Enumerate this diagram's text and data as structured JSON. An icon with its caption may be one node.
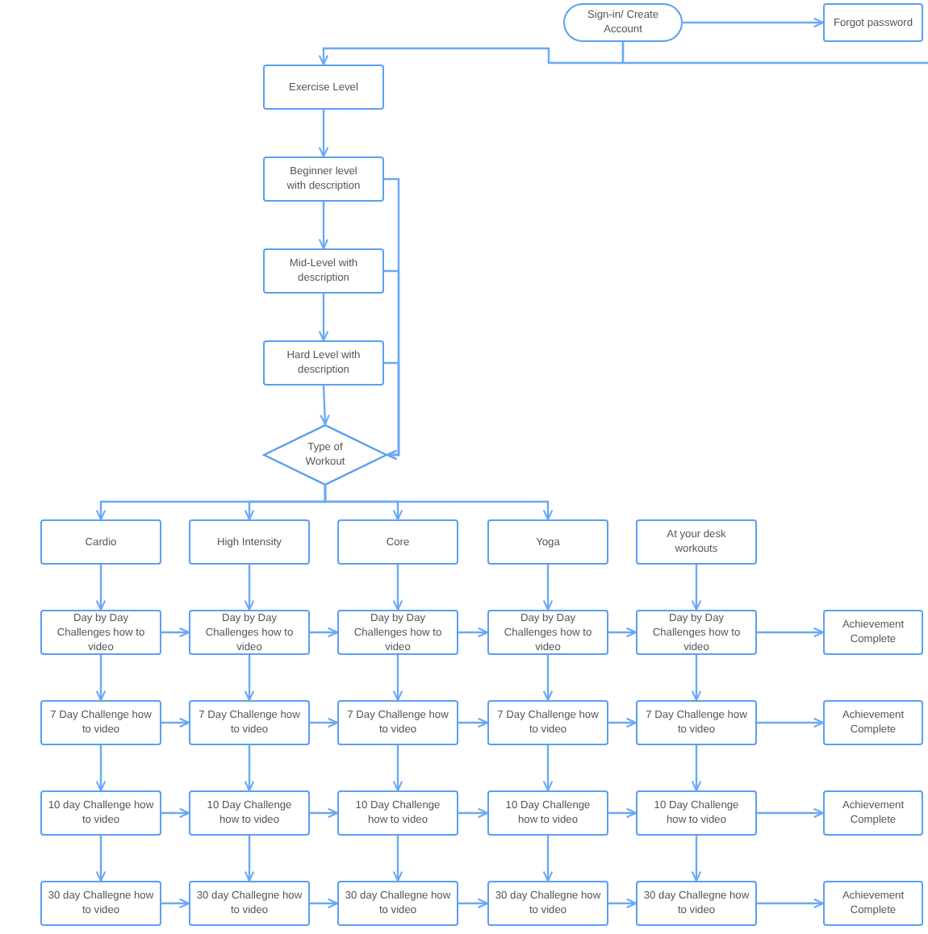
{
  "diagram": {
    "nodes": [
      {
        "text": [
          "Sign-in/ Create Account"
        ]
      },
      {
        "text": [
          "Forgot password"
        ]
      },
      {
        "text": [
          "Exercise Level"
        ]
      },
      {
        "text": [
          "Beginner level with description"
        ]
      },
      {
        "text": [
          "Mid-Level with description"
        ]
      },
      {
        "text": [
          "Hard Level with description"
        ]
      },
      {
        "text": [
          "Type of Workout"
        ]
      },
      {
        "text": [
          "Cardio"
        ]
      },
      {
        "text": [
          "High Intensity"
        ]
      },
      {
        "text": [
          "Core"
        ]
      },
      {
        "text": [
          "Yoga"
        ]
      },
      {
        "text": [
          "At your desk workouts"
        ]
      },
      {
        "text": [
          "Day by Day Challenges how to video"
        ]
      },
      {
        "text": [
          "Day by Day Challenges how to video"
        ]
      },
      {
        "text": [
          "Day by Day Challenges how to video"
        ]
      },
      {
        "text": [
          "Day by Day Challenges how to video"
        ]
      },
      {
        "text": [
          "Day by Day Challenges how to video"
        ]
      },
      {
        "text": [
          "Achievement Complete"
        ]
      },
      {
        "text": [
          "7 Day Challenge how to video"
        ]
      },
      {
        "text": [
          "7 Day Challenge how to video"
        ]
      },
      {
        "text": [
          "7 Day Challenge how to video"
        ]
      },
      {
        "text": [
          "7 Day Challenge how to video"
        ]
      },
      {
        "text": [
          "7 Day Challenge how to video"
        ]
      },
      {
        "text": [
          "Achievement Complete"
        ]
      },
      {
        "text": [
          "10 day Challenge how to video"
        ]
      },
      {
        "text": [
          "10 Day Challenge how to video"
        ]
      },
      {
        "text": [
          "10 Day Challenge how to video"
        ]
      },
      {
        "text": [
          "10 Day Challenge how to video"
        ]
      },
      {
        "text": [
          "10 Day Challenge how to video"
        ]
      },
      {
        "text": [
          "Achievement Complete"
        ]
      },
      {
        "text": [
          "30 day Challegne how to video"
        ]
      },
      {
        "text": [
          "30 day Challegne how to video"
        ]
      },
      {
        "text": [
          "30 day Challegne how to video"
        ]
      },
      {
        "text": [
          "30 day Challegne how to video"
        ]
      },
      {
        "text": [
          "30 day Challegne how to video"
        ]
      },
      {
        "text": [
          "Achievement Complete"
        ]
      }
    ],
    "edges": [
      {
        "from": 0,
        "to": 1,
        "arrow": "to"
      },
      {
        "from": 0,
        "to": 2,
        "arrow": "to"
      },
      {
        "from": 0,
        "to": null,
        "arrow": "none"
      },
      {
        "from": 2,
        "to": 3,
        "arrow": "to"
      },
      {
        "from": 3,
        "to": 4,
        "arrow": "to"
      },
      {
        "from": 4,
        "to": 5,
        "arrow": "to"
      },
      {
        "from": 5,
        "to": 6,
        "arrow": "to"
      },
      {
        "from": 3,
        "to": 6,
        "arrow": "to"
      },
      {
        "from": 4,
        "to": 6,
        "arrow": "to"
      },
      {
        "from": 5,
        "to": 6,
        "arrow": "to"
      },
      {
        "from": 6,
        "to": 7,
        "arrow": "to"
      },
      {
        "from": 6,
        "to": 8,
        "arrow": "to"
      },
      {
        "from": 6,
        "to": 9,
        "arrow": "to"
      },
      {
        "from": 6,
        "to": 10,
        "arrow": "to"
      },
      {
        "from": 7,
        "to": 12,
        "arrow": "to"
      },
      {
        "from": 12,
        "to": 18,
        "arrow": "to"
      },
      {
        "from": 18,
        "to": 24,
        "arrow": "to"
      },
      {
        "from": 24,
        "to": 30,
        "arrow": "to"
      },
      {
        "from": 8,
        "to": 13,
        "arrow": "to"
      },
      {
        "from": 13,
        "to": 19,
        "arrow": "to"
      },
      {
        "from": 19,
        "to": 25,
        "arrow": "to"
      },
      {
        "from": 25,
        "to": 31,
        "arrow": "to"
      },
      {
        "from": 9,
        "to": 14,
        "arrow": "to"
      },
      {
        "from": 14,
        "to": 20,
        "arrow": "to"
      },
      {
        "from": 20,
        "to": 26,
        "arrow": "to"
      },
      {
        "from": 26,
        "to": 32,
        "arrow": "to"
      },
      {
        "from": 10,
        "to": 15,
        "arrow": "to"
      },
      {
        "from": 15,
        "to": 21,
        "arrow": "to"
      },
      {
        "from": 21,
        "to": 27,
        "arrow": "to"
      },
      {
        "from": 27,
        "to": 33,
        "arrow": "to"
      },
      {
        "from": 11,
        "to": 16,
        "arrow": "to"
      },
      {
        "from": 16,
        "to": 22,
        "arrow": "to"
      },
      {
        "from": 22,
        "to": 28,
        "arrow": "to"
      },
      {
        "from": 28,
        "to": 34,
        "arrow": "to"
      },
      {
        "from": 12,
        "to": 13,
        "arrow": "to"
      },
      {
        "from": 13,
        "to": 14,
        "arrow": "to"
      },
      {
        "from": 14,
        "to": 15,
        "arrow": "to"
      },
      {
        "from": 15,
        "to": 16,
        "arrow": "to"
      },
      {
        "from": 16,
        "to": 17,
        "arrow": "to"
      },
      {
        "from": 18,
        "to": 19,
        "arrow": "to"
      },
      {
        "from": 19,
        "to": 20,
        "arrow": "to"
      },
      {
        "from": 20,
        "to": 21,
        "arrow": "to"
      },
      {
        "from": 21,
        "to": 22,
        "arrow": "to"
      },
      {
        "from": 22,
        "to": 23,
        "arrow": "to"
      },
      {
        "from": 24,
        "to": 25,
        "arrow": "to"
      },
      {
        "from": 25,
        "to": 26,
        "arrow": "to"
      },
      {
        "from": 26,
        "to": 27,
        "arrow": "to"
      },
      {
        "from": 27,
        "to": 28,
        "arrow": "to"
      },
      {
        "from": 28,
        "to": 29,
        "arrow": "to"
      },
      {
        "from": 30,
        "to": 31,
        "arrow": "to"
      },
      {
        "from": 31,
        "to": 32,
        "arrow": "to"
      },
      {
        "from": 32,
        "to": 33,
        "arrow": "to"
      },
      {
        "from": 33,
        "to": 34,
        "arrow": "to"
      },
      {
        "from": 34,
        "to": 35,
        "arrow": "to"
      }
    ]
  }
}
